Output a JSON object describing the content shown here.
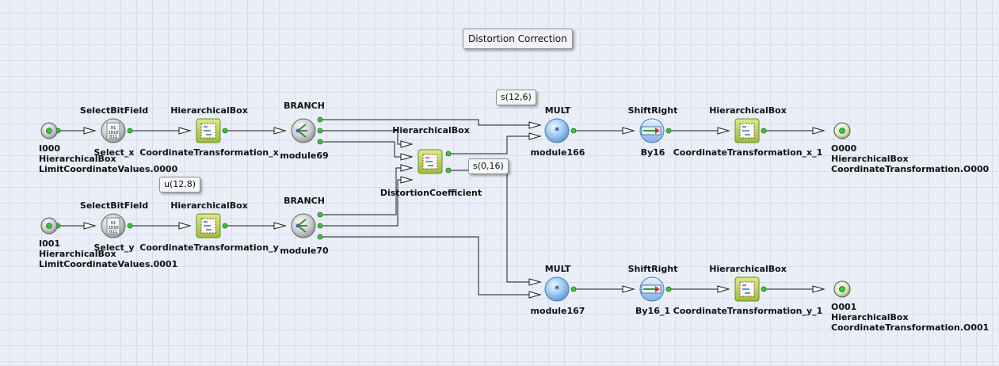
{
  "title": "Distortion Correction",
  "tags": {
    "s12_6": "s(12,6)",
    "s0_16": "s(0,16)",
    "u12_8": "u(12,8)"
  },
  "input0": {
    "name": "I000",
    "box": "HierarchicalBox",
    "sub": "LimitCoordinateValues.0000"
  },
  "input1": {
    "name": "I001",
    "box": "HierarchicalBox",
    "sub": "LimitCoordinateValues.0001"
  },
  "output0": {
    "name": "O000",
    "box": "HierarchicalBox",
    "sub": "CoordinateTransformation.O000"
  },
  "output1": {
    "name": "O001",
    "box": "HierarchicalBox",
    "sub": "CoordinateTransformation.O001"
  },
  "blocks": {
    "sel_x": {
      "type": "SelectBitField",
      "name": "Select_x"
    },
    "sel_y": {
      "type": "SelectBitField",
      "name": "Select_y"
    },
    "ct_x": {
      "type": "HierarchicalBox",
      "name": "CoordinateTransformation_x"
    },
    "ct_y": {
      "type": "HierarchicalBox",
      "name": "CoordinateTransformation_y"
    },
    "br69": {
      "type": "BRANCH",
      "name": "module69"
    },
    "br70": {
      "type": "BRANCH",
      "name": "module70"
    },
    "dist": {
      "type": "HierarchicalBox",
      "name": "DistortionCoefficient"
    },
    "mult166": {
      "type": "MULT",
      "name": "module166"
    },
    "mult167": {
      "type": "MULT",
      "name": "module167"
    },
    "sh16": {
      "type": "ShiftRight",
      "name": "By16"
    },
    "sh16_1": {
      "type": "ShiftRight",
      "name": "By16_1"
    },
    "ct_x1": {
      "type": "HierarchicalBox",
      "name": "CoordinateTransformation_x_1"
    },
    "ct_y1": {
      "type": "HierarchicalBox",
      "name": "CoordinateTransformation_y_1"
    }
  },
  "colors": {
    "hierbox": "#b6d65a",
    "mult": "#9cc8f0",
    "port_green": "#3fc03f",
    "wire": "#1a1a1a"
  }
}
